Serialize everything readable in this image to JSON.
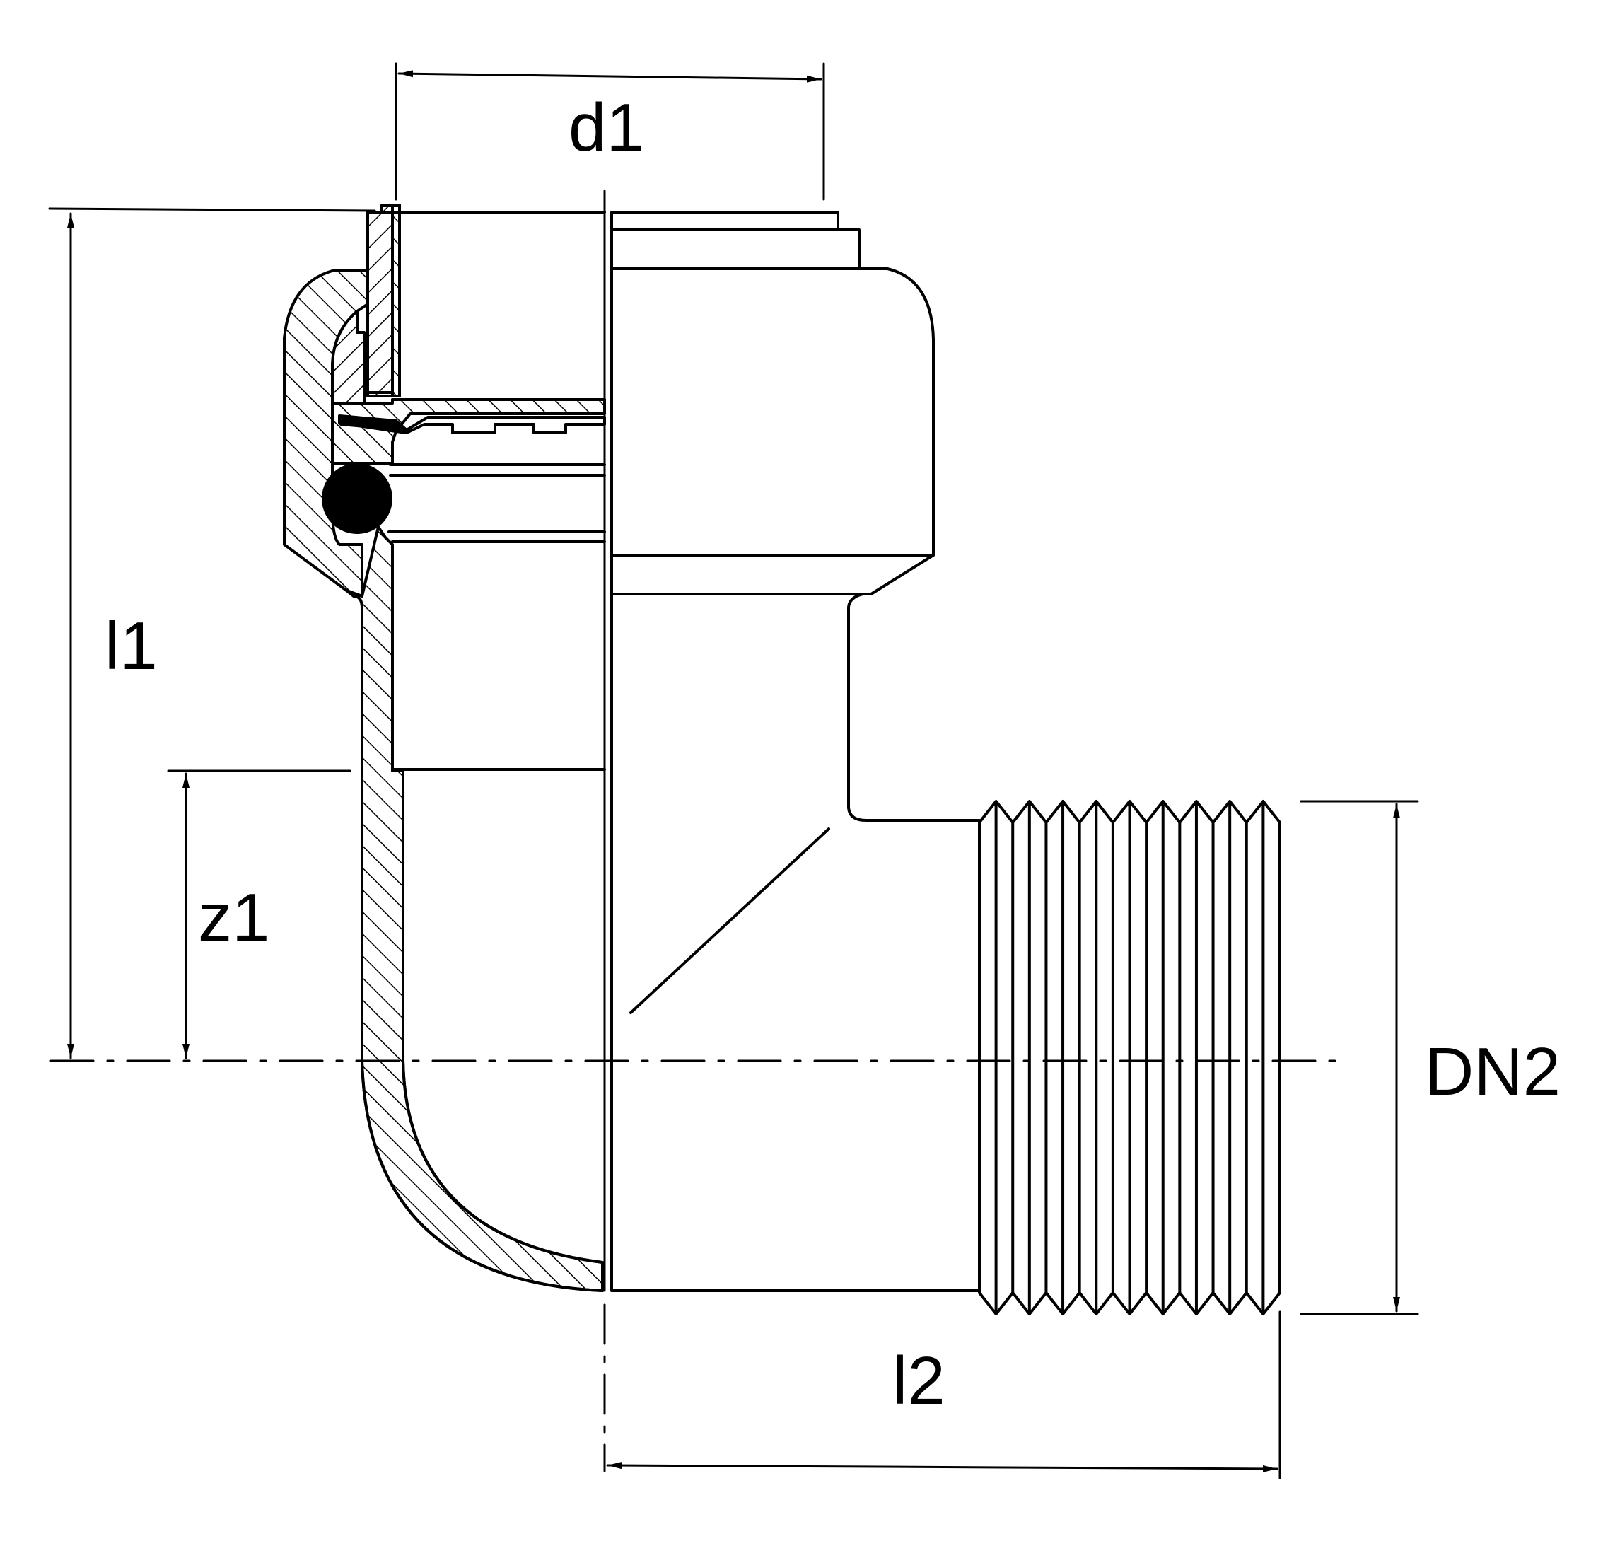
{
  "labels": {
    "d1": "d1",
    "l1": "l1",
    "z1": "z1",
    "dn2": "DN2",
    "l2": "l2"
  },
  "colors": {
    "line": "#000000",
    "background": "#ffffff",
    "seal": "#000000"
  }
}
